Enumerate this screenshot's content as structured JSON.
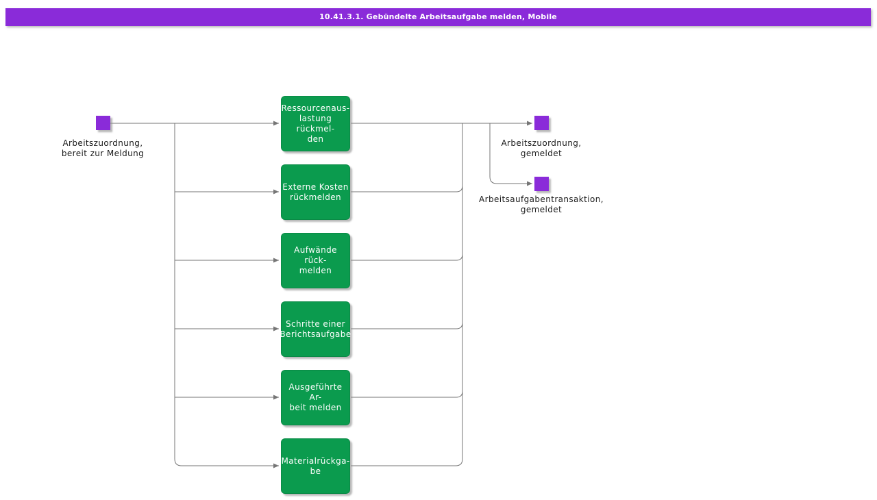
{
  "title": "10.41.3.1. Gebündelte Arbeitsaufgabe melden, Mobile",
  "colors": {
    "accent_purple": "#8A2BD9",
    "activity_green": "#0B9B4E",
    "connector_gray": "#767676"
  },
  "start_node": {
    "label": "Arbeitszuordnung,\nbereit zur Meldung"
  },
  "activities": [
    {
      "label": "Ressourcenaus-\nlastung rückmel-\nden"
    },
    {
      "label": "Externe Kosten\nrückmelden"
    },
    {
      "label": "Aufwände rück-\nmelden"
    },
    {
      "label": "Schritte einer\nBerichtsaufgabe"
    },
    {
      "label": "Ausgeführte Ar-\nbeit melden"
    },
    {
      "label": "Materialrückga-\nbe"
    }
  ],
  "end_nodes": [
    {
      "label": "Arbeitszuordnung,\ngemeldet"
    },
    {
      "label": "Arbeitsaufgabentransaktion,\ngemeldet"
    }
  ]
}
